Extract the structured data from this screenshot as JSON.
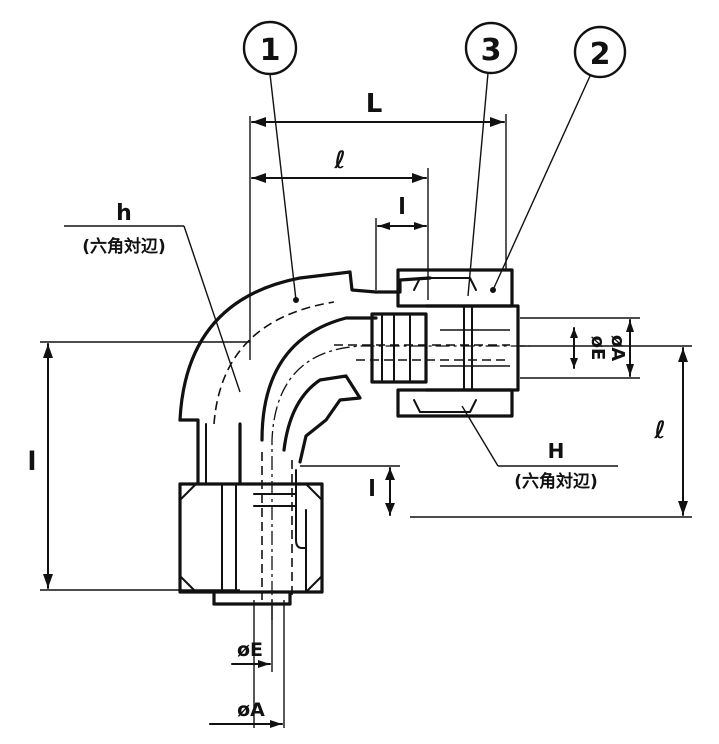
{
  "balloons": {
    "b1": "1",
    "b2": "2",
    "b3": "3"
  },
  "dimensions": {
    "L": "L",
    "l_upper": "ℓ",
    "l_small": "l",
    "l_left": "l",
    "l_right": "ℓ",
    "l_mid": "l"
  },
  "labels": {
    "h_letter": "h",
    "h_note": "(六角対辺)",
    "H_letter": "H",
    "H_note": "(六角対辺)",
    "phiE_bottom": "øE",
    "phiA_bottom": "øA",
    "phiE_right": "øE",
    "phiA_right": "øA"
  }
}
